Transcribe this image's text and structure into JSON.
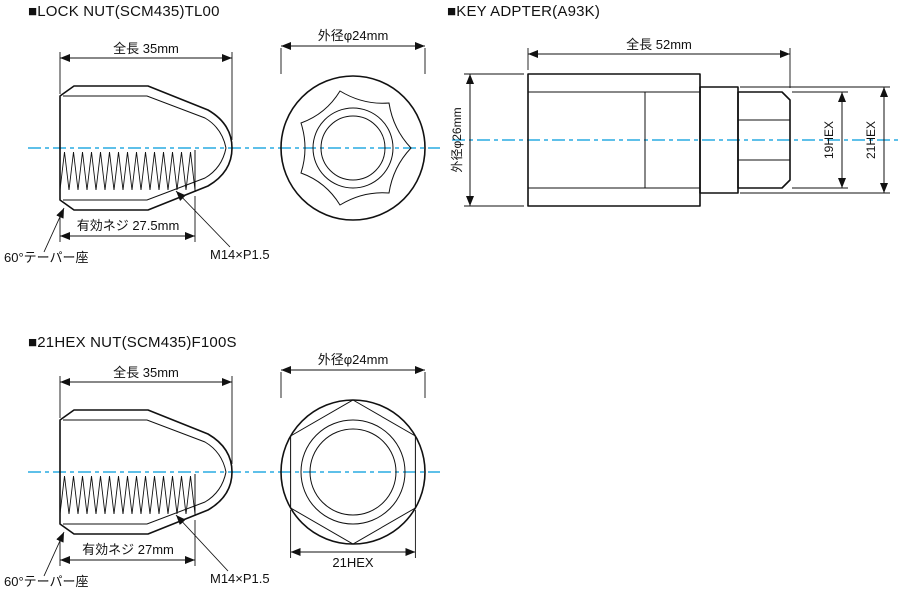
{
  "page": {
    "background": "#ffffff"
  },
  "colors": {
    "line": "#111111",
    "centerline": "#29abe2"
  },
  "sections": {
    "lock_nut": {
      "title": "■LOCK NUT(SCM435)TL00",
      "dims": {
        "total_length": "全長 35mm",
        "outer_diameter": "外径φ24mm",
        "thread_length": "有効ネジ 27.5mm"
      },
      "labels": {
        "taper_seat": "60°テーパー座",
        "thread_spec": "M14×P1.5"
      }
    },
    "key_adapter": {
      "title": "■KEY ADPTER(A93K)",
      "dims": {
        "total_length": "全長 52mm",
        "outer_diameter": "外径φ26mm",
        "hex_small": "19HEX",
        "hex_large": "21HEX"
      }
    },
    "hex_nut": {
      "title": "■21HEX NUT(SCM435)F100S",
      "dims": {
        "total_length": "全長 35mm",
        "outer_diameter": "外径φ24mm",
        "thread_length": "有効ネジ 27mm",
        "hex_size": "21HEX"
      },
      "labels": {
        "taper_seat": "60°テーパー座",
        "thread_spec": "M14×P1.5"
      }
    }
  }
}
